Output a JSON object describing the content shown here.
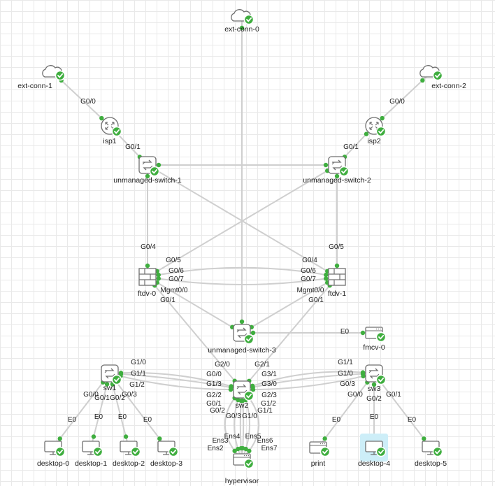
{
  "colors": {
    "link": "#cfcfcf",
    "port": "#3fae3f",
    "node_stroke": "#6f6f6f",
    "selected_bg": "#cdeef8"
  },
  "nodes": [
    {
      "id": "ext-conn-0",
      "label": "ext-conn-0",
      "icon": "cloud-icon"
    },
    {
      "id": "ext-conn-1",
      "label": "ext-conn-1",
      "icon": "cloud-icon"
    },
    {
      "id": "ext-conn-2",
      "label": "ext-conn-2",
      "icon": "cloud-icon"
    },
    {
      "id": "isp1",
      "label": "isp1",
      "icon": "router-icon"
    },
    {
      "id": "isp2",
      "label": "isp2",
      "icon": "router-icon"
    },
    {
      "id": "unmanaged-switch-1",
      "label": "unmanaged-switch-1",
      "icon": "switch-icon"
    },
    {
      "id": "unmanaged-switch-2",
      "label": "unmanaged-switch-2",
      "icon": "switch-icon"
    },
    {
      "id": "ftdv-0",
      "label": "ftdv-0",
      "icon": "firewall-icon"
    },
    {
      "id": "ftdv-1",
      "label": "ftdv-1",
      "icon": "firewall-icon"
    },
    {
      "id": "unmanaged-switch-3",
      "label": "unmanaged-switch-3",
      "icon": "switch-icon"
    },
    {
      "id": "fmcv-0",
      "label": "fmcv-0",
      "icon": "server-icon"
    },
    {
      "id": "sw1",
      "label": "sw1",
      "icon": "switch-icon"
    },
    {
      "id": "sw2",
      "label": "sw2",
      "icon": "switch-icon"
    },
    {
      "id": "sw3",
      "label": "sw3",
      "icon": "switch-icon"
    },
    {
      "id": "desktop-0",
      "label": "desktop-0",
      "icon": "desktop-icon"
    },
    {
      "id": "desktop-1",
      "label": "desktop-1",
      "icon": "desktop-icon"
    },
    {
      "id": "desktop-2",
      "label": "desktop-2",
      "icon": "desktop-icon"
    },
    {
      "id": "desktop-3",
      "label": "desktop-3",
      "icon": "desktop-icon"
    },
    {
      "id": "print",
      "label": "print",
      "icon": "server-icon"
    },
    {
      "id": "desktop-4",
      "label": "desktop-4",
      "icon": "desktop-icon",
      "selected": true
    },
    {
      "id": "desktop-5",
      "label": "desktop-5",
      "icon": "desktop-icon"
    },
    {
      "id": "hypervisor",
      "label": "hypervisor",
      "icon": "server-icon"
    }
  ],
  "links": [
    {
      "from": "ext-conn-0",
      "to": "unmanaged-switch-3",
      "a_port": "",
      "b_port": ""
    },
    {
      "from": "ext-conn-1",
      "to": "isp1",
      "a_port": "",
      "b_port": "G0/0"
    },
    {
      "from": "ext-conn-2",
      "to": "isp2",
      "a_port": "",
      "b_port": "G0/0"
    },
    {
      "from": "isp1",
      "to": "unmanaged-switch-1",
      "a_port": "G0/1",
      "b_port": ""
    },
    {
      "from": "isp2",
      "to": "unmanaged-switch-2",
      "a_port": "G0/1",
      "b_port": ""
    },
    {
      "from": "unmanaged-switch-1",
      "to": "unmanaged-switch-2",
      "a_port": "",
      "b_port": ""
    },
    {
      "from": "unmanaged-switch-1",
      "to": "ftdv-0",
      "a_port": "",
      "b_port": "G0/4"
    },
    {
      "from": "unmanaged-switch-2",
      "to": "ftdv-1",
      "a_port": "",
      "b_port": "G0/5"
    },
    {
      "from": "unmanaged-switch-1",
      "to": "ftdv-1",
      "a_port": "",
      "b_port": "G0/4"
    },
    {
      "from": "unmanaged-switch-2",
      "to": "ftdv-0",
      "a_port": "",
      "b_port": "G0/5"
    },
    {
      "from": "ftdv-0",
      "to": "ftdv-1",
      "a_port": "G0/6",
      "b_port": "G0/6",
      "curve": -12
    },
    {
      "from": "ftdv-0",
      "to": "ftdv-1",
      "a_port": "G0/7",
      "b_port": "G0/7",
      "curve": 10
    },
    {
      "from": "ftdv-0",
      "to": "unmanaged-switch-3",
      "a_port": "Mgmt0/0",
      "b_port": ""
    },
    {
      "from": "ftdv-1",
      "to": "unmanaged-switch-3",
      "a_port": "Mgmt0/0",
      "b_port": ""
    },
    {
      "from": "ftdv-0",
      "to": "sw2",
      "a_port": "G0/1",
      "b_port": "G2/0"
    },
    {
      "from": "ftdv-1",
      "to": "sw2",
      "a_port": "G0/1",
      "b_port": "G2/1"
    },
    {
      "from": "unmanaged-switch-3",
      "to": "fmcv-0",
      "a_port": "",
      "b_port": "E0"
    },
    {
      "from": "sw1",
      "to": "sw2",
      "a_port": "G1/0",
      "b_port": "G0/0",
      "curve": -8
    },
    {
      "from": "sw1",
      "to": "sw2",
      "a_port": "G1/1",
      "b_port": "G1/3",
      "curve": -3
    },
    {
      "from": "sw1",
      "to": "sw2",
      "a_port": "G1/2",
      "b_port": "G2/2",
      "curve": 6
    },
    {
      "from": "sw3",
      "to": "sw2",
      "a_port": "G1/1",
      "b_port": "G3/1",
      "curve": 10
    },
    {
      "from": "sw3",
      "to": "sw2",
      "a_port": "G1/0",
      "b_port": "G3/0",
      "curve": 4
    },
    {
      "from": "sw3",
      "to": "sw2",
      "a_port": "G0/3",
      "b_port": "G2/3",
      "curve": -6
    },
    {
      "from": "sw1",
      "to": "desktop-0",
      "a_port": "G0/0",
      "b_port": "E0"
    },
    {
      "from": "sw1",
      "to": "desktop-1",
      "a_port": "G0/1",
      "b_port": "E0"
    },
    {
      "from": "sw1",
      "to": "desktop-2",
      "a_port": "G0/2",
      "b_port": "E0"
    },
    {
      "from": "sw1",
      "to": "desktop-3",
      "a_port": "G0/3",
      "b_port": "E0"
    },
    {
      "from": "sw3",
      "to": "print",
      "a_port": "G0/0",
      "b_port": "E0"
    },
    {
      "from": "sw3",
      "to": "desktop-4",
      "a_port": "G0/2",
      "b_port": "E0"
    },
    {
      "from": "sw3",
      "to": "desktop-5",
      "a_port": "G0/1",
      "b_port": "E0"
    },
    {
      "from": "sw2",
      "to": "hypervisor",
      "a_port": "G0/1",
      "b_port": "Ens2",
      "curve": 22
    },
    {
      "from": "sw2",
      "to": "hypervisor",
      "a_port": "G0/2",
      "b_port": "Ens3",
      "curve": 10
    },
    {
      "from": "sw2",
      "to": "hypervisor",
      "a_port": "G0/3",
      "b_port": "Ens4",
      "curve": 2
    },
    {
      "from": "sw2",
      "to": "hypervisor",
      "a_port": "G1/0",
      "b_port": "Ens5",
      "curve": -2
    },
    {
      "from": "sw2",
      "to": "hypervisor",
      "a_port": "G1/1",
      "b_port": "Ens6",
      "curve": -10
    },
    {
      "from": "sw2",
      "to": "hypervisor",
      "a_port": "G1/2",
      "b_port": "Ens7",
      "curve": -22
    }
  ]
}
